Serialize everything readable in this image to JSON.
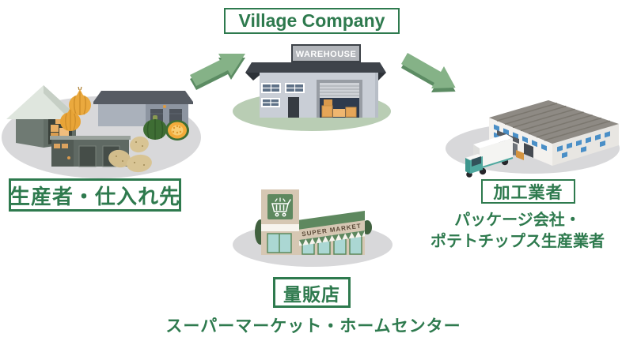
{
  "company": {
    "label": "Village Company"
  },
  "warehouse": {
    "sign": "WAREHOUSE"
  },
  "producers": {
    "label": "生産者・仕入れ先"
  },
  "processor": {
    "label": "加工業者",
    "subtitle_line1": "パッケージ会社・",
    "subtitle_line2": "ポテトチップス生産業者"
  },
  "retailer": {
    "label": "量販店",
    "subtitle": "スーパーマーケット・ホームセンター",
    "sign": "SUPER MARKET"
  },
  "icons": {
    "shopping_cart": "cart-outline"
  },
  "colors": {
    "text_green": "#2e7a4e",
    "arrow_green": "#85b287",
    "arrow_green_shadow": "#5c8c63",
    "ground_gray": "#d8d8da",
    "ground_green": "#b9cdb4"
  }
}
